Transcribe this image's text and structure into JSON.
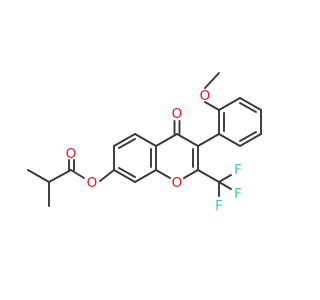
{
  "colors": {
    "bond": "#383838",
    "oxygen": "#e8161c",
    "fluorine": "#46c4c4",
    "background": "#ffffff"
  },
  "atoms": {
    "carbonyl_oxygen": "O",
    "methoxy_oxygen": "O",
    "ester_carbonyl_oxygen": "O",
    "ester_oxygen": "O",
    "ring_oxygen": "O",
    "fluorine_top": "F",
    "fluorine_right": "F",
    "fluorine_bottom": "F"
  }
}
